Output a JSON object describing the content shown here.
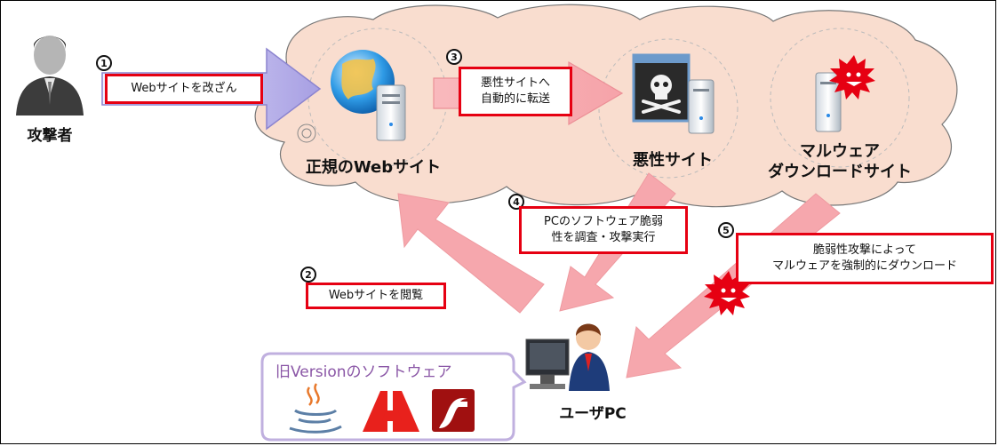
{
  "actors": {
    "attacker": "攻撃者",
    "legit_site": "正規のWebサイト",
    "malicious_site": "悪性サイト",
    "malware_site": "マルウェア\nダウンロードサイト",
    "user_pc": "ユーザPC"
  },
  "steps": [
    {
      "number": "1",
      "text": "Webサイトを改ざん"
    },
    {
      "number": "2",
      "text": "Webサイトを閲覧"
    },
    {
      "number": "3",
      "text": "悪性サイトへ\n自動的に転送"
    },
    {
      "number": "4",
      "text": "PCのソフトウェア脆弱\n性を調査・攻撃実行"
    },
    {
      "number": "5",
      "text": "脆弱性攻撃によって\nマルウェアを強制的にダウンロード"
    }
  ],
  "old_software": {
    "title": "旧Versionのソフトウェア",
    "icons": [
      "java-icon",
      "adobe-reader-icon",
      "flash-player-icon"
    ]
  },
  "colors": {
    "step_border": "#e60012",
    "arrow_pink": "#f7a8ae",
    "attack_arrow": "#a8a2e0",
    "cloud_fill": "#f8dccc",
    "speech_border": "#bba7d6"
  }
}
